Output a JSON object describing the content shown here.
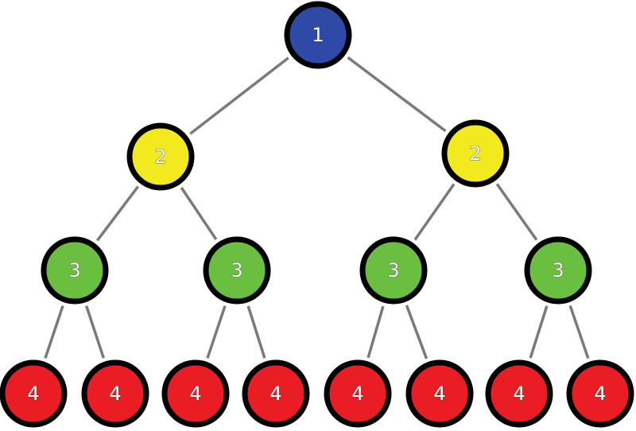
{
  "tree": {
    "levels": [
      {
        "label": "1",
        "color": "#2e4aa6"
      },
      {
        "label": "2",
        "color": "#f2ea1f"
      },
      {
        "label": "3",
        "color": "#6abf40"
      },
      {
        "label": "4",
        "color": "#ea1c24"
      }
    ],
    "edge_color": "#7a7a7a",
    "outline_color": "#000000"
  }
}
